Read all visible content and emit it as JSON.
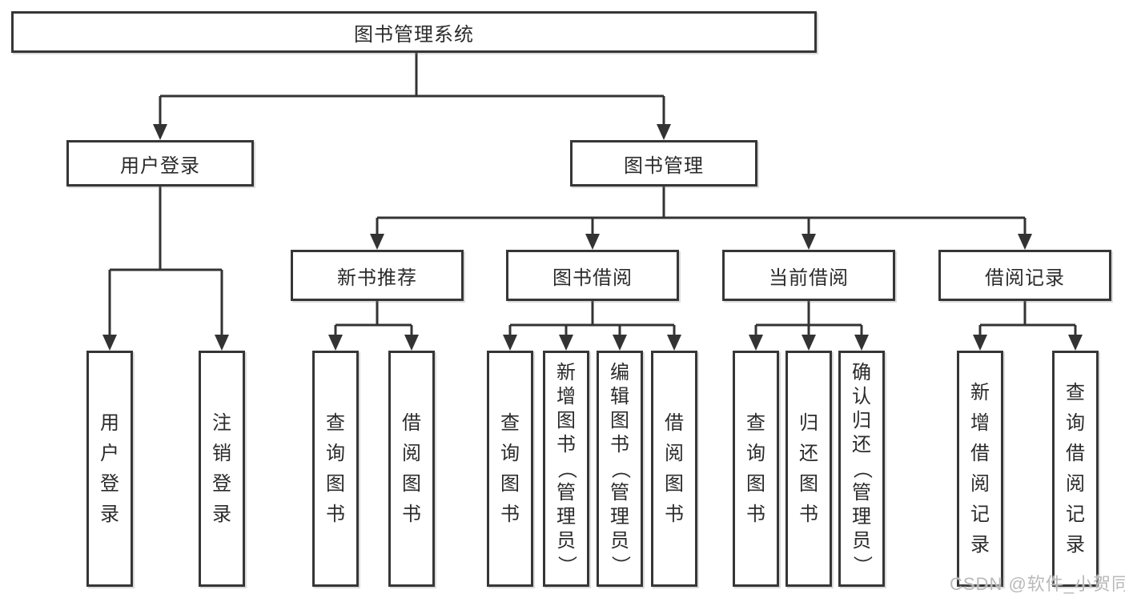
{
  "tree": {
    "root": {
      "label": "图书管理系统",
      "children": [
        {
          "label": "用户登录",
          "children": [
            {
              "label": "用户登录"
            },
            {
              "label": "注销登录"
            }
          ]
        },
        {
          "label": "图书管理",
          "children": [
            {
              "label": "新书推荐",
              "children": [
                {
                  "label": "查询图书"
                },
                {
                  "label": "借阅图书"
                }
              ]
            },
            {
              "label": "图书借阅",
              "children": [
                {
                  "label": "查询图书"
                },
                {
                  "label": "新增图书（管理员）"
                },
                {
                  "label": "编辑图书（管理员）"
                },
                {
                  "label": "借阅图书"
                }
              ]
            },
            {
              "label": "当前借阅",
              "children": [
                {
                  "label": "查询图书"
                },
                {
                  "label": "归还图书"
                },
                {
                  "label": "确认归还（管理员）"
                }
              ]
            },
            {
              "label": "借阅记录",
              "children": [
                {
                  "label": "新增借阅记录"
                },
                {
                  "label": "查询借阅记录"
                }
              ]
            }
          ]
        }
      ]
    }
  },
  "watermark": {
    "text": "CSDN @软件_小贺同学"
  },
  "colors": {
    "line": "#333333",
    "border": "#363636",
    "text": "#2b2b2b",
    "background": "#ffffff",
    "watermark": "#b9b9b9"
  }
}
